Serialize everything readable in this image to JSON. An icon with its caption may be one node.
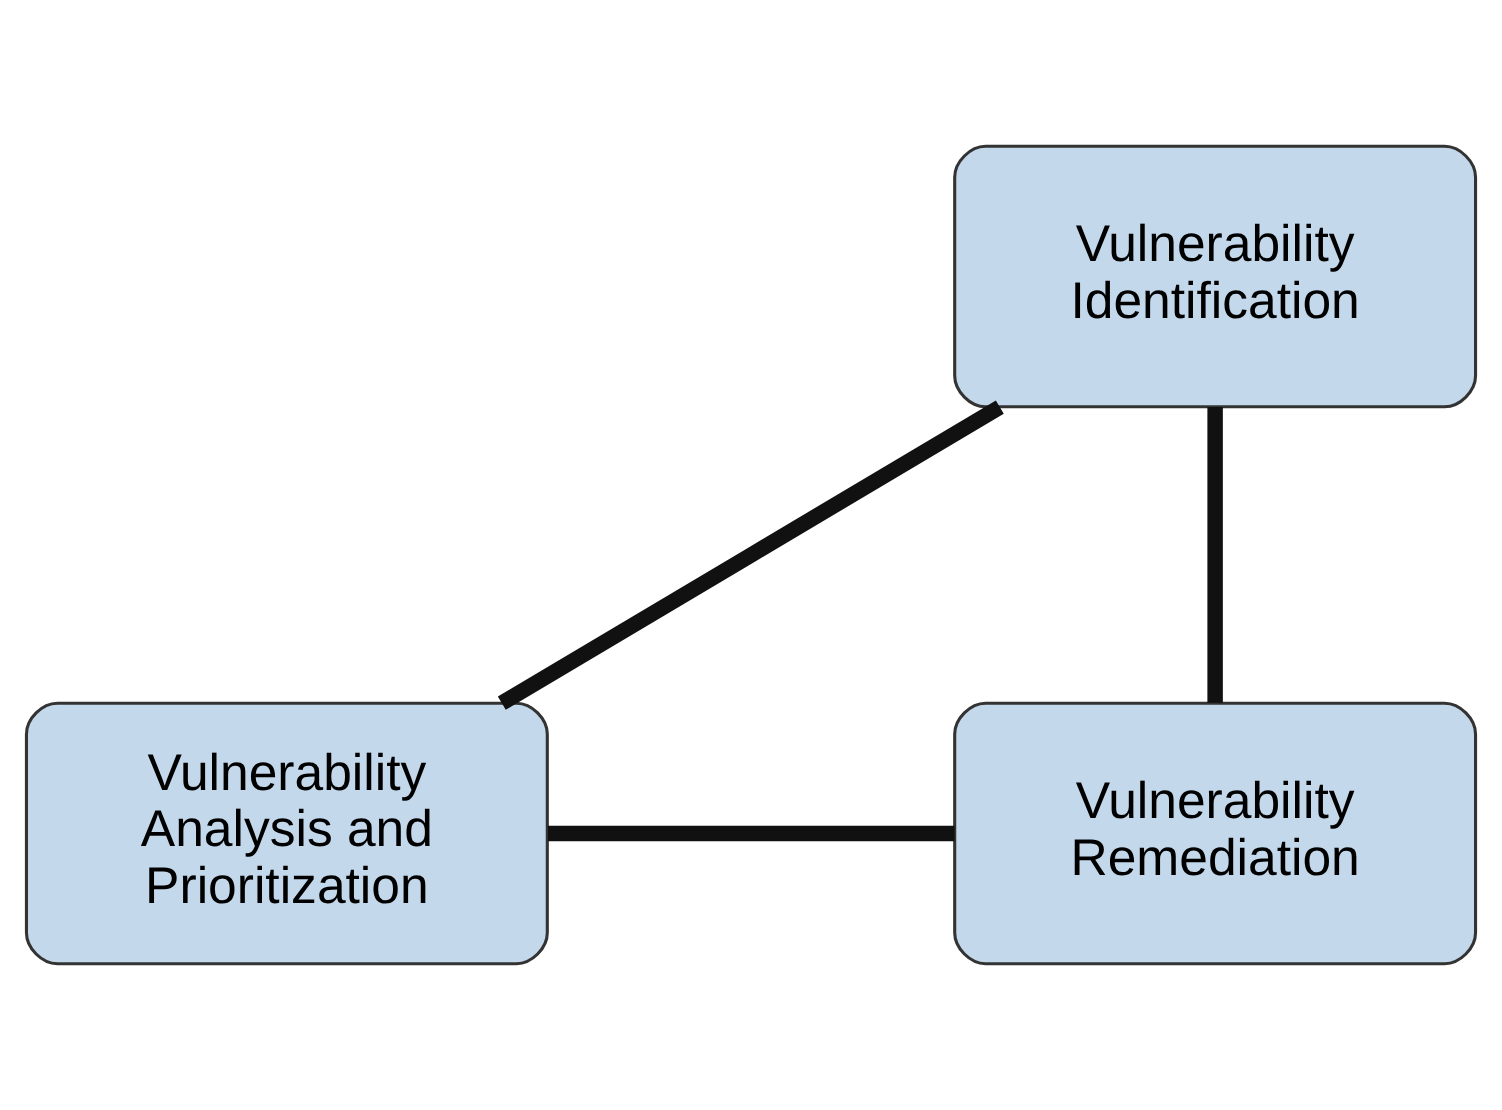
{
  "diagram": {
    "nodes": [
      {
        "text": [
          "Vulnerability Identification"
        ]
      },
      {
        "text": [
          "Vulnerability Remediation"
        ]
      },
      {
        "text": [
          "Vulnerability Analysis and Prioritization"
        ]
      }
    ],
    "edges": [
      {
        "from": 0,
        "to": 2,
        "arrow": "none"
      },
      {
        "from": 2,
        "to": 1,
        "arrow": "none"
      },
      {
        "from": 1,
        "to": 0,
        "arrow": "none"
      }
    ]
  }
}
